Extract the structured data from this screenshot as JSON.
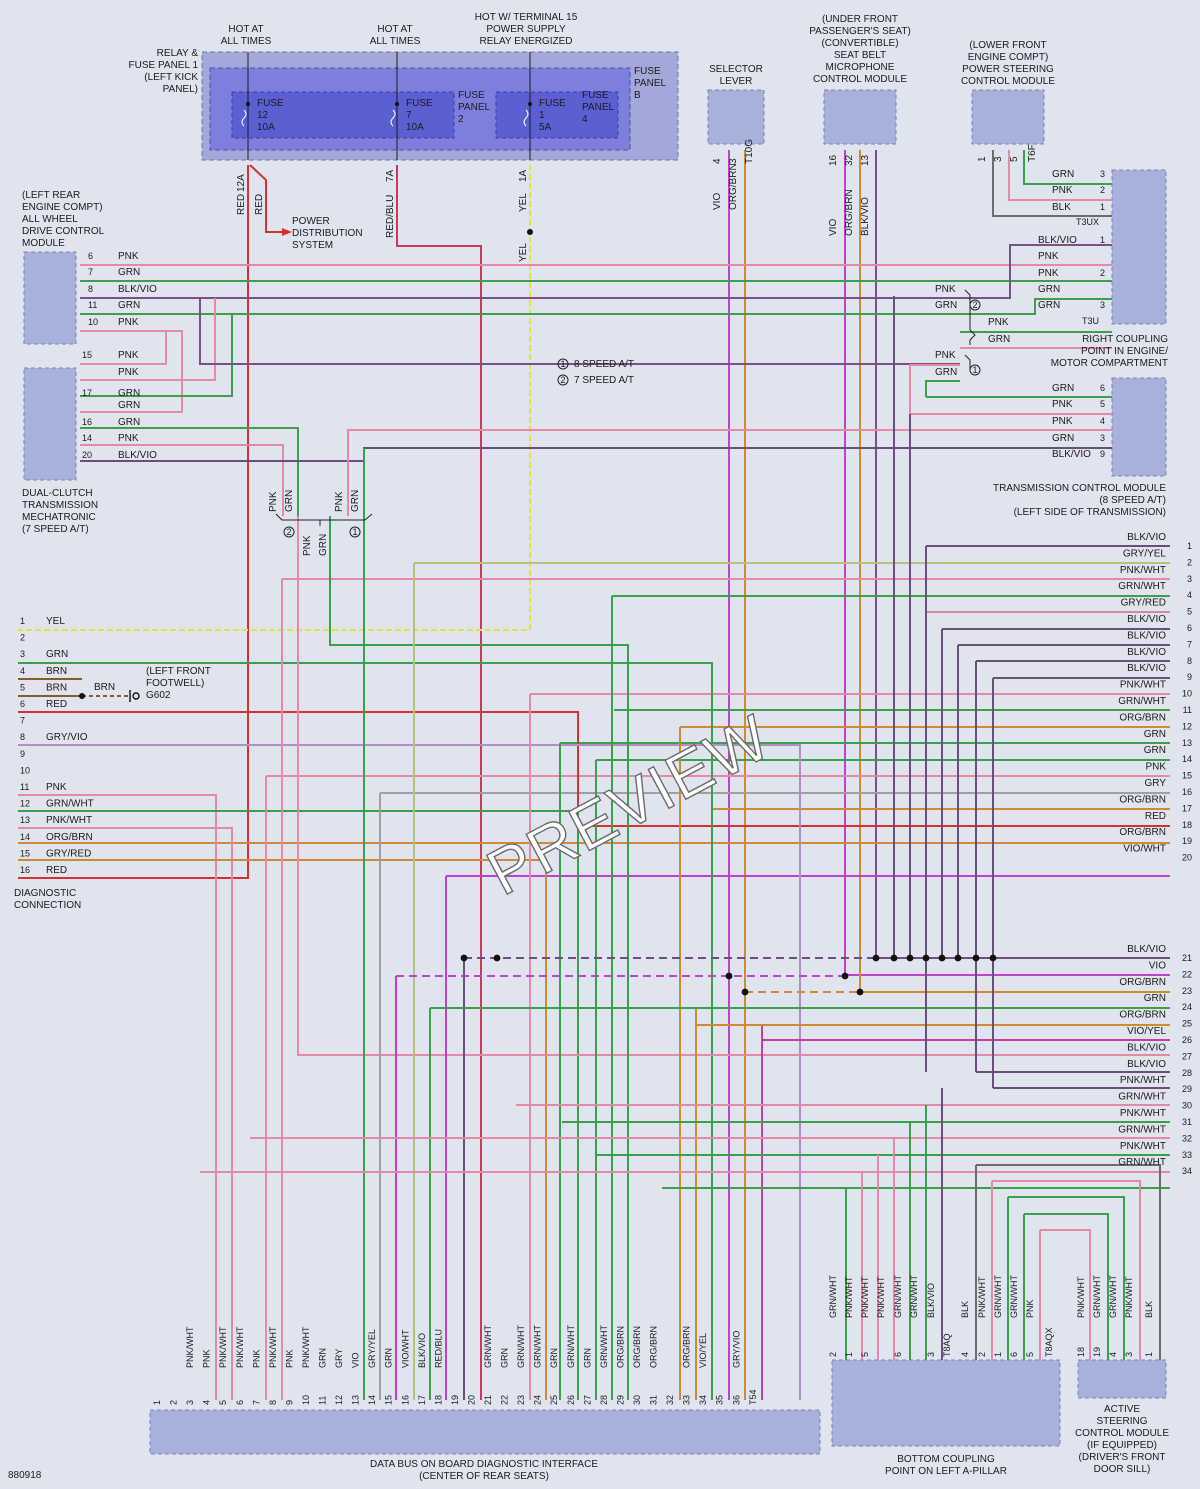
{
  "diagram_id": "880918",
  "watermark": "PREVIEW",
  "power": {
    "hot1": [
      "HOT AT",
      "ALL TIMES"
    ],
    "hot2": [
      "HOT AT",
      "ALL TIMES"
    ],
    "hot3": [
      "HOT W/ TERMINAL 15",
      "POWER SUPPLY",
      "RELAY ENERGIZED"
    ],
    "relay_panel": [
      "RELAY &",
      "FUSE PANEL 1",
      "(LEFT KICK",
      "PANEL)"
    ],
    "fuse_panel_b": [
      "FUSE",
      "PANEL",
      "B"
    ],
    "fuse_panel_2": [
      "FUSE",
      "PANEL",
      "2"
    ],
    "fuse_panel_4": [
      "FUSE",
      "PANEL",
      "4"
    ],
    "fuse12": [
      "FUSE",
      "12",
      "10A"
    ],
    "fuse7": [
      "FUSE",
      "7",
      "10A"
    ],
    "fuse1": [
      "FUSE",
      "1",
      "5A"
    ],
    "pin12a": "12A",
    "pin7a": "7A",
    "pin1a": "1A",
    "red_blu": "RED/BLU",
    "red": "RED",
    "yel": "YEL",
    "power_dist": [
      "POWER",
      "DISTRIBUTION",
      "SYSTEM"
    ]
  },
  "modules": {
    "selector": [
      "SELECTOR",
      "LEVER"
    ],
    "seatbelt": [
      "(UNDER FRONT",
      "PASSENGER'S SEAT)",
      "(CONVERTIBLE)",
      "SEAT BELT",
      "MICROPHONE",
      "CONTROL MODULE"
    ],
    "steering": [
      "(LOWER FRONT",
      "ENGINE COMPT)",
      "POWER STEERING",
      "CONTROL MODULE"
    ],
    "awd": [
      "(LEFT REAR",
      "ENGINE COMPT)",
      "ALL WHEEL",
      "DRIVE CONTROL",
      "MODULE"
    ],
    "dct": [
      "DUAL-CLUTCH",
      "TRANSMISSION",
      "MECHATRONIC",
      "(7 SPEED A/T)"
    ],
    "rcp": [
      "RIGHT COUPLING",
      "POINT IN ENGINE/",
      "MOTOR COMPARTMENT"
    ],
    "tcm": [
      "TRANSMISSION CONTROL MODULE",
      "(8 SPEED A/T)",
      "(LEFT SIDE OF TRANSMISSION)"
    ],
    "diag": [
      "DIAGNOSTIC",
      "CONNECTION"
    ],
    "obd": [
      "DATA BUS ON BOARD DIAGNOSTIC INTERFACE",
      "(CENTER OF REAR SEATS)"
    ],
    "bcp": [
      "BOTTOM COUPLING",
      "POINT ON LEFT A-PILLAR"
    ],
    "asc": [
      "ACTIVE",
      "STEERING",
      "CONTROL MODULE",
      "(IF EQUIPPED)",
      "(DRIVER'S FRONT",
      "DOOR SILL)"
    ],
    "ground": [
      "(LEFT FRONT",
      "FOOTWELL)",
      "G602"
    ]
  },
  "legend": [
    "8 SPEED A/T",
    "7 SPEED A/T"
  ],
  "selector_pins": [
    {
      "pin": "4",
      "wire": "VIO"
    },
    {
      "pin": "3",
      "wire": "ORG/BRN"
    },
    {
      "pin": "T10G",
      "wire": ""
    }
  ],
  "seatbelt_pins": [
    {
      "pin": "16",
      "wire": "VIO"
    },
    {
      "pin": "32",
      "wire": "ORG/BRN"
    },
    {
      "pin": "13",
      "wire": "BLK/VIO"
    }
  ],
  "steering_pins": [
    "1",
    "3",
    "5",
    "T6F"
  ],
  "steering_wires": [
    {
      "label": "GRN",
      "pin": "3"
    },
    {
      "label": "PNK",
      "pin": "2"
    },
    {
      "label": "BLK",
      "pin": "1"
    }
  ],
  "rcp_conn": [
    "T3UX",
    "T3U"
  ],
  "rcp_wires": [
    {
      "label": "BLK/VIO",
      "pin": "1"
    },
    {
      "label": "PNK",
      "pin": ""
    },
    {
      "label": "PNK",
      "pin": "2"
    },
    {
      "label": "GRN",
      "pin": ""
    },
    {
      "label": "GRN",
      "pin": "3"
    }
  ],
  "junction_labels": [
    {
      "w": "PNK",
      "n": "2"
    },
    {
      "w": "GRN",
      "n": ""
    },
    {
      "w": "PNK",
      "n": ""
    },
    {
      "w": "GRN",
      "n": ""
    },
    {
      "w": "PNK",
      "n": "1"
    },
    {
      "w": "GRN",
      "n": ""
    }
  ],
  "awd_pins": [
    {
      "pin": "6",
      "wire": "PNK"
    },
    {
      "pin": "7",
      "wire": "GRN"
    },
    {
      "pin": "8",
      "wire": "BLK/VIO"
    },
    {
      "pin": "11",
      "wire": "GRN"
    },
    {
      "pin": "10",
      "wire": "PNK"
    }
  ],
  "dct_pins": [
    {
      "pin": "15",
      "wire": "PNK"
    },
    {
      "pin": "",
      "wire": "PNK"
    },
    {
      "pin": "17",
      "wire": "GRN"
    },
    {
      "pin": "",
      "wire": "GRN"
    },
    {
      "pin": "16",
      "wire": "GRN"
    },
    {
      "pin": "14",
      "wire": "PNK"
    },
    {
      "pin": "20",
      "wire": "BLK/VIO"
    }
  ],
  "tcm_pins": [
    {
      "pin": "6",
      "wire": "GRN"
    },
    {
      "pin": "5",
      "wire": "PNK"
    },
    {
      "pin": "4",
      "wire": "PNK"
    },
    {
      "pin": "3",
      "wire": "GRN"
    },
    {
      "pin": "9",
      "wire": "BLK/VIO"
    }
  ],
  "mid_labels": [
    "PNK",
    "GRN",
    "PNK",
    "GRN",
    "PNK",
    "GRN",
    "2",
    "1"
  ],
  "diag_pins": [
    {
      "pin": "1",
      "wire": "YEL"
    },
    {
      "pin": "2",
      "wire": ""
    },
    {
      "pin": "3",
      "wire": "GRN"
    },
    {
      "pin": "4",
      "wire": "BRN"
    },
    {
      "pin": "5",
      "wire": "BRN"
    },
    {
      "pin": "6",
      "wire": "RED"
    },
    {
      "pin": "7",
      "wire": ""
    },
    {
      "pin": "8",
      "wire": "GRY/VIO"
    },
    {
      "pin": "9",
      "wire": ""
    },
    {
      "pin": "10",
      "wire": ""
    },
    {
      "pin": "11",
      "wire": "PNK"
    },
    {
      "pin": "12",
      "wire": "GRN/WHT"
    },
    {
      "pin": "13",
      "wire": "PNK/WHT"
    },
    {
      "pin": "14",
      "wire": "ORG/BRN"
    },
    {
      "pin": "15",
      "wire": "GRY/RED"
    },
    {
      "pin": "16",
      "wire": "RED"
    }
  ],
  "ground_wire": "BRN",
  "right_block1": [
    {
      "n": "1",
      "w": "BLK/VIO"
    },
    {
      "n": "2",
      "w": "GRY/YEL"
    },
    {
      "n": "3",
      "w": "PNK/WHT"
    },
    {
      "n": "4",
      "w": "GRN/WHT"
    },
    {
      "n": "5",
      "w": "GRY/RED"
    },
    {
      "n": "6",
      "w": "BLK/VIO"
    },
    {
      "n": "7",
      "w": "BLK/VIO"
    },
    {
      "n": "8",
      "w": "BLK/VIO"
    },
    {
      "n": "9",
      "w": "BLK/VIO"
    },
    {
      "n": "10",
      "w": "PNK/WHT"
    },
    {
      "n": "11",
      "w": "GRN/WHT"
    },
    {
      "n": "12",
      "w": "ORG/BRN"
    },
    {
      "n": "13",
      "w": "GRN"
    },
    {
      "n": "14",
      "w": "GRN"
    },
    {
      "n": "15",
      "w": "PNK"
    },
    {
      "n": "16",
      "w": "GRY"
    },
    {
      "n": "17",
      "w": "ORG/BRN"
    },
    {
      "n": "18",
      "w": "RED"
    },
    {
      "n": "19",
      "w": "ORG/BRN"
    },
    {
      "n": "20",
      "w": "VIO/WHT"
    }
  ],
  "right_block2": [
    {
      "n": "21",
      "w": "BLK/VIO"
    },
    {
      "n": "22",
      "w": "VIO"
    },
    {
      "n": "23",
      "w": "ORG/BRN"
    },
    {
      "n": "24",
      "w": "GRN"
    },
    {
      "n": "25",
      "w": "ORG/BRN"
    },
    {
      "n": "26",
      "w": "VIO/YEL"
    },
    {
      "n": "27",
      "w": "BLK/VIO"
    },
    {
      "n": "28",
      "w": "BLK/VIO"
    },
    {
      "n": "29",
      "w": "PNK/WHT"
    },
    {
      "n": "30",
      "w": "GRN/WHT"
    },
    {
      "n": "31",
      "w": "PNK/WHT"
    },
    {
      "n": "32",
      "w": "GRN/WHT"
    },
    {
      "n": "33",
      "w": "PNK/WHT"
    },
    {
      "n": "34",
      "w": "GRN/WHT"
    }
  ],
  "obd_pins": [
    {
      "pin": "1",
      "wire": ""
    },
    {
      "pin": "2",
      "wire": ""
    },
    {
      "pin": "3",
      "wire": "PNK/WHT"
    },
    {
      "pin": "4",
      "wire": "PNK"
    },
    {
      "pin": "5",
      "wire": "PNK/WHT"
    },
    {
      "pin": "6",
      "wire": "PNK/WHT"
    },
    {
      "pin": "7",
      "wire": "PNK"
    },
    {
      "pin": "8",
      "wire": "PNK/WHT"
    },
    {
      "pin": "9",
      "wire": "PNK"
    },
    {
      "pin": "10",
      "wire": "PNK/WHT"
    },
    {
      "pin": "11",
      "wire": "GRN"
    },
    {
      "pin": "12",
      "wire": "GRY"
    },
    {
      "pin": "13",
      "wire": "VIO"
    },
    {
      "pin": "14",
      "wire": "GRY/YEL"
    },
    {
      "pin": "15",
      "wire": "GRN"
    },
    {
      "pin": "16",
      "wire": "VIO/WHT"
    },
    {
      "pin": "17",
      "wire": "BLK/VIO"
    },
    {
      "pin": "18",
      "wire": "RED/BLU"
    },
    {
      "pin": "19",
      "wire": ""
    },
    {
      "pin": "20",
      "wire": ""
    },
    {
      "pin": "21",
      "wire": "GRN/WHT"
    },
    {
      "pin": "22",
      "wire": "GRN"
    },
    {
      "pin": "23",
      "wire": "GRN/WHT"
    },
    {
      "pin": "24",
      "wire": "GRN/WHT"
    },
    {
      "pin": "25",
      "wire": "GRN"
    },
    {
      "pin": "26",
      "wire": "GRN/WHT"
    },
    {
      "pin": "27",
      "wire": "GRN"
    },
    {
      "pin": "28",
      "wire": "GRN/WHT"
    },
    {
      "pin": "29",
      "wire": "ORG/BRN"
    },
    {
      "pin": "30",
      "wire": "ORG/BRN"
    },
    {
      "pin": "31",
      "wire": "ORG/BRN"
    },
    {
      "pin": "32",
      "wire": ""
    },
    {
      "pin": "33",
      "wire": "ORG/BRN"
    },
    {
      "pin": "34",
      "wire": "VIO/YEL"
    },
    {
      "pin": "35",
      "wire": ""
    },
    {
      "pin": "36",
      "wire": "GRY/VIO"
    },
    {
      "pin": "T54",
      "wire": ""
    }
  ],
  "bcp_pins": [
    {
      "pin": "2",
      "wire": "GRN/WHT"
    },
    {
      "pin": "1",
      "wire": "PNK/WHT"
    },
    {
      "pin": "5",
      "wire": "PNK/WHT"
    },
    {
      "pin": "",
      "wire": "PNK/WHT"
    },
    {
      "pin": "6",
      "wire": "GRN/WHT"
    },
    {
      "pin": "",
      "wire": "GRN/WHT"
    },
    {
      "pin": "3",
      "wire": "BLK/VIO"
    },
    {
      "pin": "T8AQ",
      "wire": ""
    },
    {
      "pin": "4",
      "wire": "BLK"
    },
    {
      "pin": "2",
      "wire": "PNK/WHT"
    },
    {
      "pin": "1",
      "wire": "GRN/WHT"
    },
    {
      "pin": "6",
      "wire": "GRN/WHT"
    },
    {
      "pin": "5",
      "wire": "PNK"
    },
    {
      "pin": "T8AQX",
      "wire": ""
    }
  ],
  "asc_pins": [
    {
      "pin": "18",
      "wire": "PNK/WHT"
    },
    {
      "pin": "19",
      "wire": "GRN/WHT"
    },
    {
      "pin": "4",
      "wire": "GRN/WHT"
    },
    {
      "pin": "3",
      "wire": "PNK/WHT"
    },
    {
      "pin": "1",
      "wire": "BLK"
    }
  ]
}
